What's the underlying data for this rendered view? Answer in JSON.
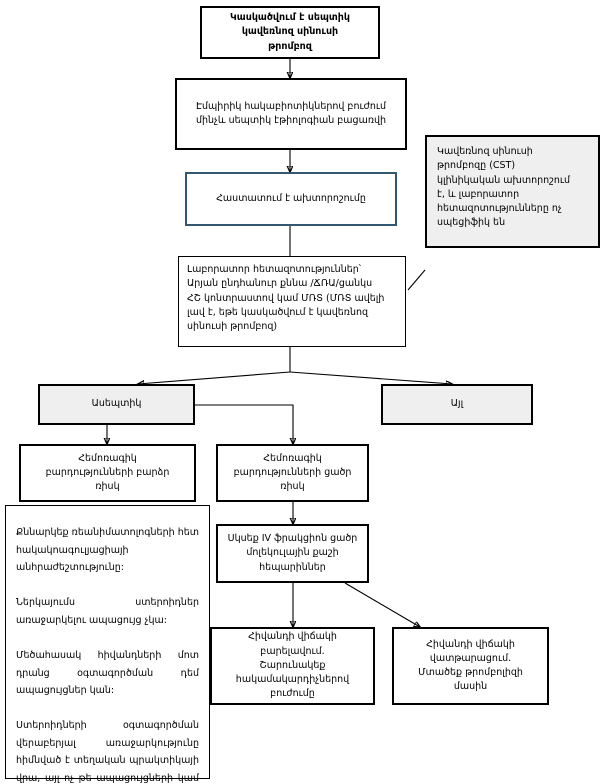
{
  "diagram": {
    "type": "flowchart",
    "title": "Կասկածվում է սեպտիկ կավեռնոզ սինուսի թրոմբոզ",
    "language": "hy",
    "nodes": {
      "start": "Կասկածվում է սեպտիկ\nկավեռնոզ սինուսի\nթրոմբոզ",
      "empiric_abx": "Էմպիրիկ հակաբիոտիկներով բուժում\nմինչև սեպտիկ էթիոլոգիան բացառվի",
      "confirm_dx": "Հաստատում է ախտորոշումը",
      "side_note": "Կավեռնոզ սինուսի\nթրոմբոզը (CST)\nկլինիկական ախտորոշում\nէ, և լաբորատոր\nհետազոտությունները ոչ\nսպեցիֆիկ են",
      "labs": "Լաբորատոր          հետազոտություններ՝\nԱրյան ընդհանուր քննա /ՃՌԱ/ցանկս\nՀՇ կոնտրաստով  կամ ՄՌՏ (ՄՌՏ ավելի\nլավ է, եթե կասկածվում է կավեռնոզ\nսինուսի թրոմբոզ)",
      "aseptic": "Ասեպտիկ",
      "other": "Այլ",
      "high_risk": "Հեմոռագիկ\nբարդությունների բարձր\nռիսկ",
      "low_risk": "Հեմոռագիկ\nբարդությունների ցածր\nռիսկ",
      "notes": "Քննարկեք ռեանիմատոլոգների հետ հակակոագուլյացիայի անհրաժեշտությունը:\n\nՆերկայումս ստերոիդներ առաջարկելու ապացույց չկա:\n\nՄեծահասակ հիվանդների մոտ դրանց օգտագործման դեմ ապացույցներ կան:\n\nՍտերոիդների օգտագործման վերաբերյալ առաջարկությունը հիմնված է տեղական պրակտիկայի վրա, այլ ոչ թե ապացույցների կամ փորձագիտական կարծիքի վրա:",
      "start_heparin": "Սկսեք IV ֆրակցիոն ցածր\nմոլեկուլային քաշի\nհեպարիններ",
      "improved": "Հիվանդի վիճակի\nբարելավում.\nՇարունակեք\nհակամակարդիչներով\nբուժումը",
      "worsened": "Հիվանդի վիճակի\nվատթարացում.\nՄտածեք թրոմբոլիզի\nմասին"
    },
    "colors": {
      "stroke": "#000000",
      "grey_fill": "#efefef",
      "blue_stroke": "#33576f",
      "page_bg": "#ffffff"
    }
  }
}
